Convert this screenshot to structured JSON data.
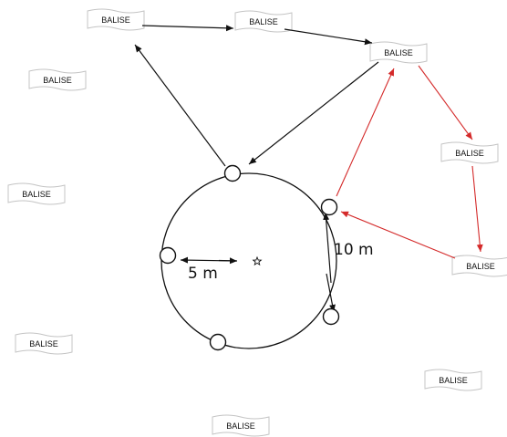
{
  "balise_label": "BALISE",
  "radius_label": "5 m",
  "distance_label": "10 m",
  "colors": {
    "black_route": "#111111",
    "red_route": "#d42a2a"
  }
}
